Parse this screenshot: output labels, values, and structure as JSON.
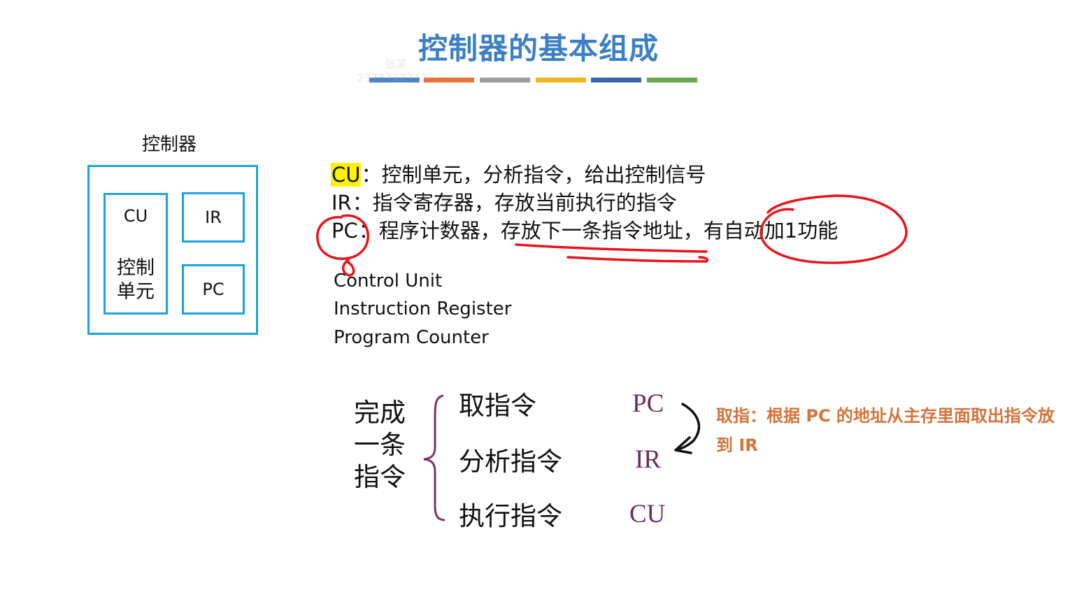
{
  "slide": {
    "title": "控制器的基本组成",
    "bar_colors": [
      "#4f83c7",
      "#e8743b",
      "#9e9e9e",
      "#f2b621",
      "#3e63b1",
      "#6aa84f"
    ],
    "watermark": [
      "张某",
      "23787227123"
    ]
  },
  "diagram": {
    "label": "控制器",
    "cu_title": "CU",
    "cu_desc": [
      "控制",
      "单元"
    ],
    "ir": "IR",
    "pc": "PC",
    "border_color": "#1ba3e1"
  },
  "definitions": [
    {
      "key": "CU",
      "sep": "：",
      "text": "控制单元，分析指令，给出控制信号"
    },
    {
      "key": "IR",
      "sep": "：",
      "text": "指令寄存器，存放当前执行的指令"
    },
    {
      "key": "PC",
      "sep": "：",
      "text": "程序计数器，存放下一条指令地址，有自动加1功能"
    }
  ],
  "english": [
    "Control Unit",
    "Instruction Register",
    "Program Counter"
  ],
  "steps": {
    "left": [
      "完成",
      "一条",
      "指令"
    ],
    "items": [
      "取指令",
      "分析指令",
      "执行指令"
    ],
    "registers": [
      "PC",
      "IR",
      "CU"
    ]
  },
  "note": "取指：根据 PC 的地址从主存里面取出指令放到 IR",
  "colors": {
    "annotation_red": "#e8141c",
    "note_orange": "#d4733a",
    "register_purple": "#6b2d5c",
    "brace": "#7a3466"
  }
}
